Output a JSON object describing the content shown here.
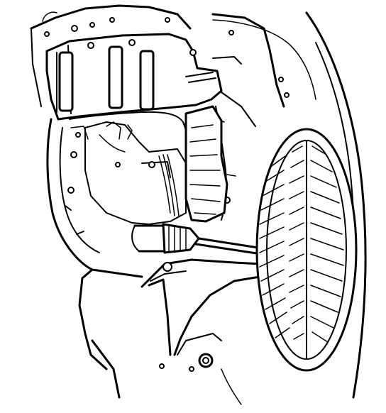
{
  "figure": {
    "kind": "technical line drawing",
    "components": [
      "wheel-tire",
      "undercover-panel",
      "fender-liner",
      "drive-shaft",
      "cv-joint-boot",
      "lower-control-arm",
      "splash-shield",
      "wiring-harness"
    ],
    "colors": {
      "line": "#000000",
      "background": "#ffffff"
    }
  }
}
